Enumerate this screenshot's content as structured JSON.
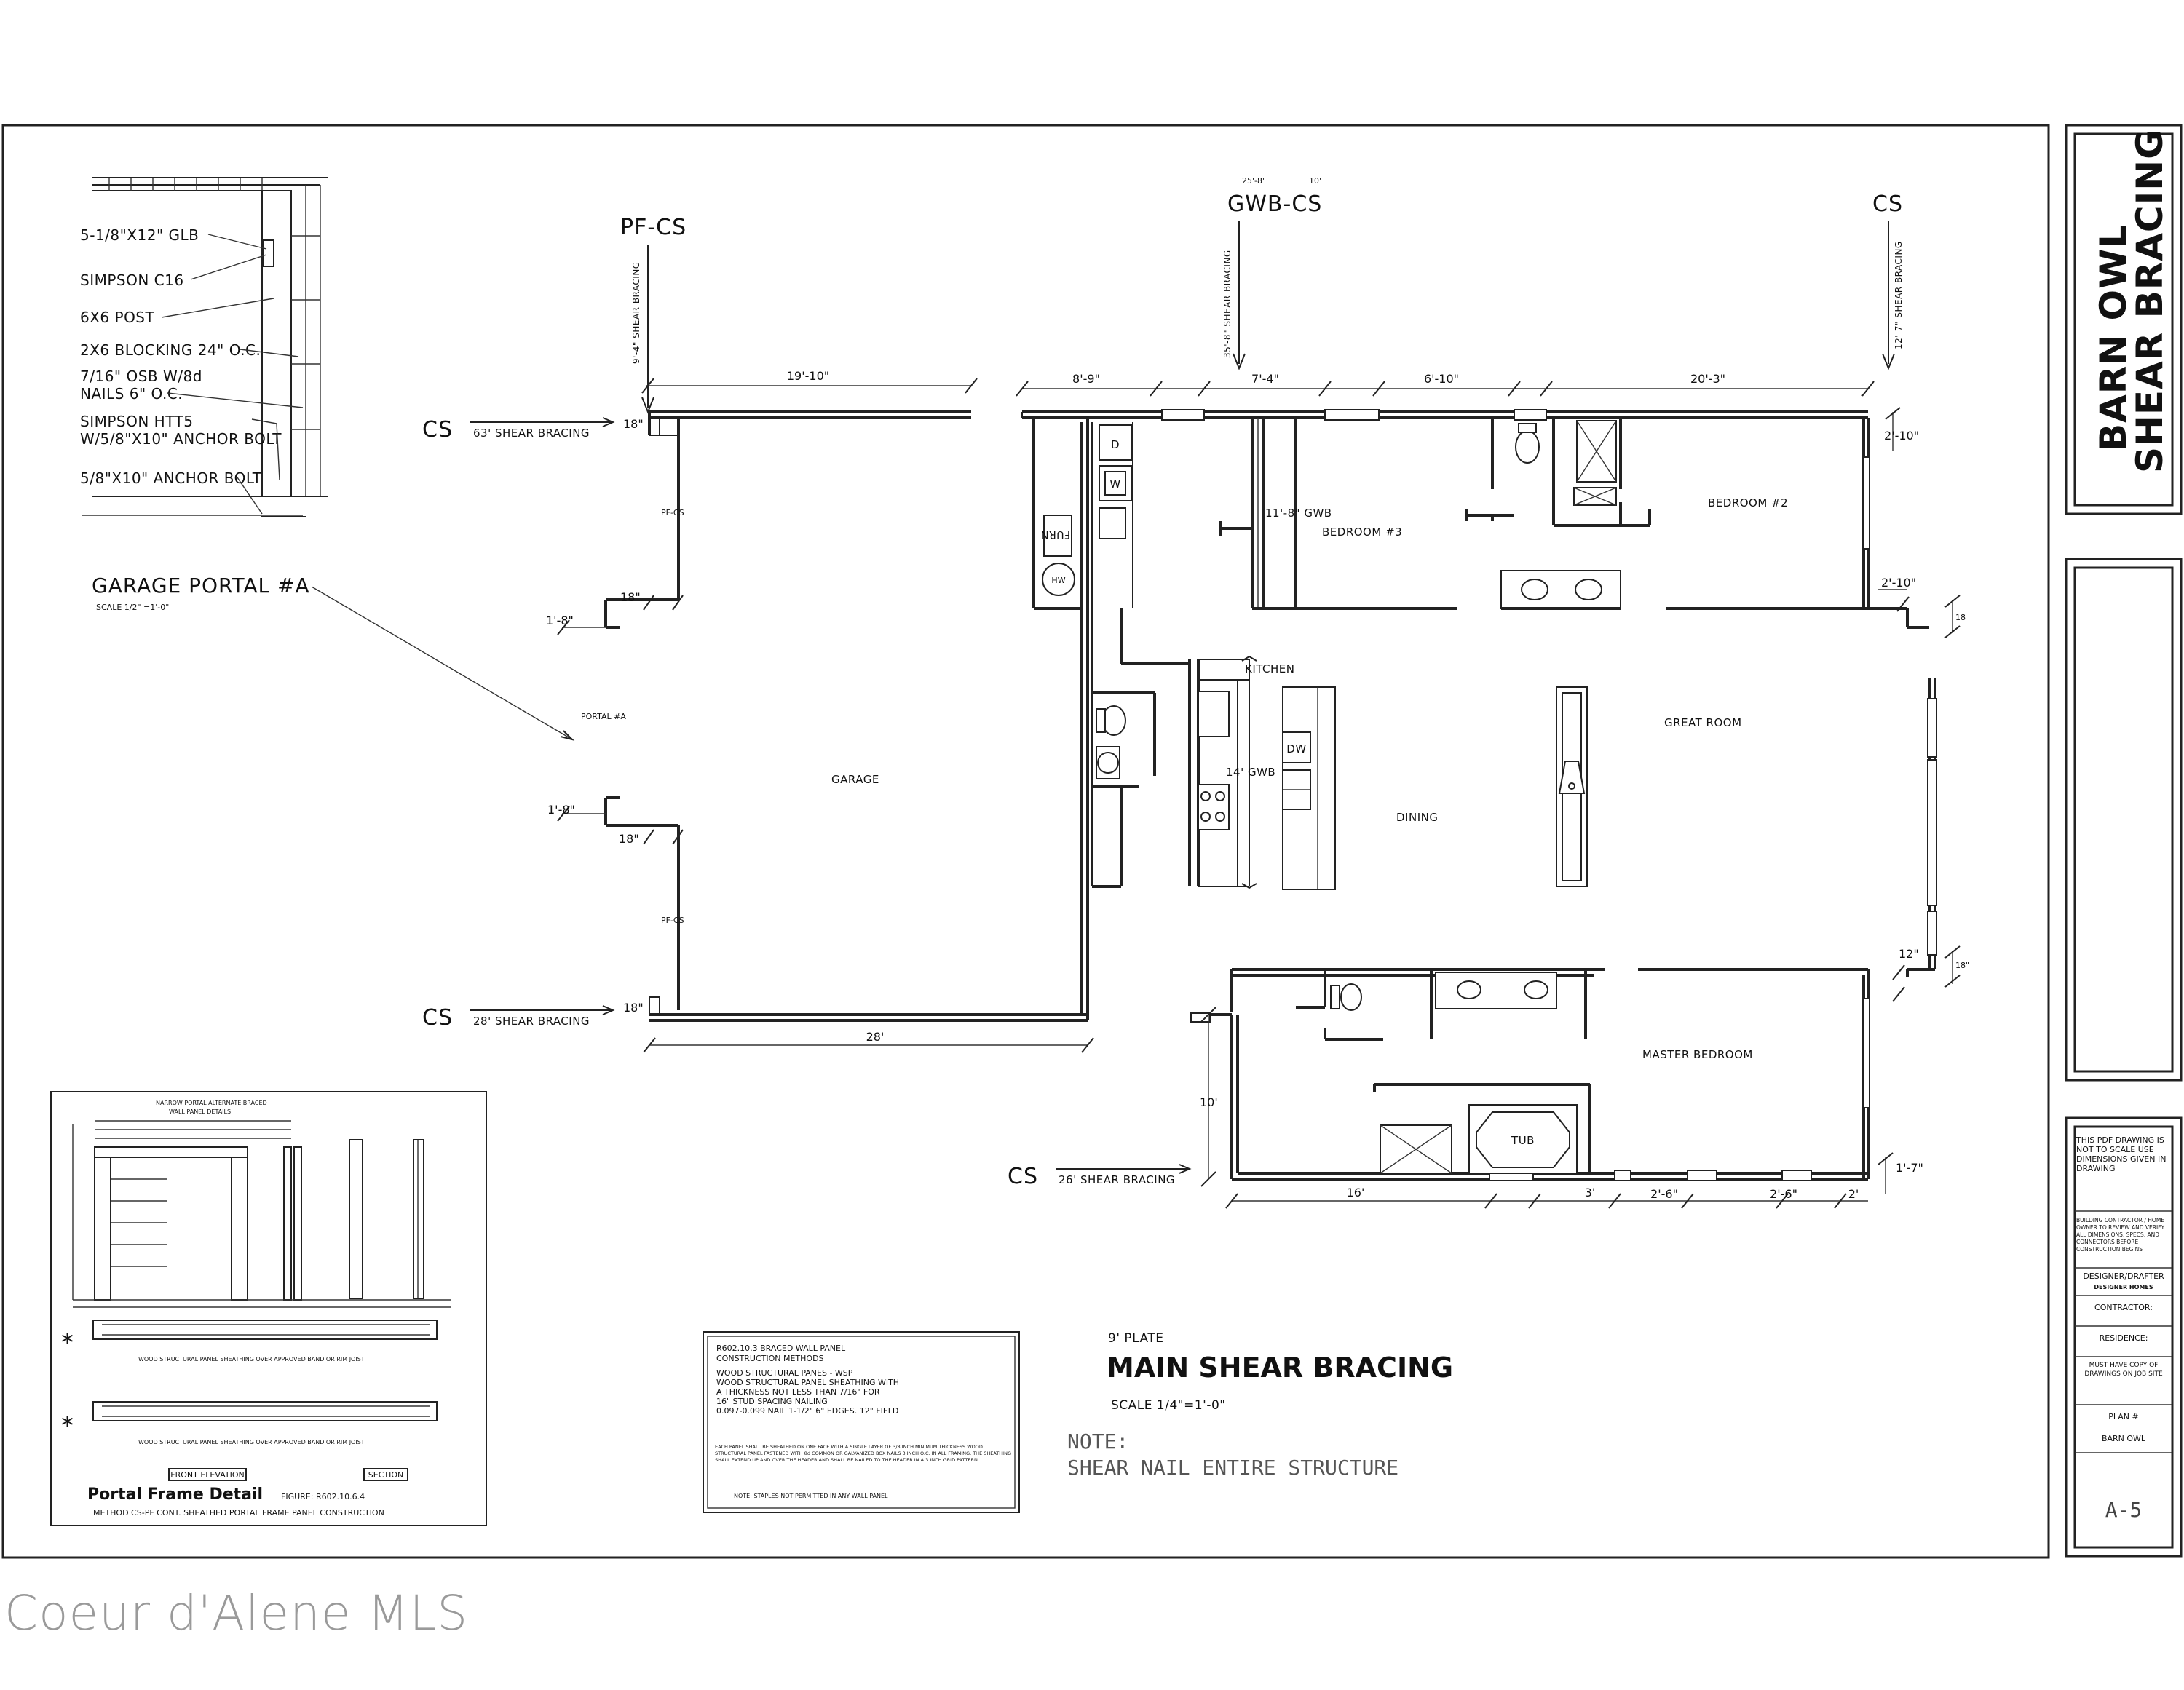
{
  "title_block": {
    "project_line1": "BARN OWL",
    "project_line2": "SHEAR BRACING",
    "scale_note": "THIS PDF DRAWING IS NOT TO SCALE USE DIMENSIONS GIVEN IN DRAWING",
    "builder_note": "BUILDING CONTRACTOR / HOME OWNER TO REVIEW AND VERIFY ALL DIMENSIONS, SPECS, AND CONNECTORS BEFORE CONSTRUCTION BEGINS",
    "designer_label": "DESIGNER/DRAFTER",
    "designer_name": "DESIGNER HOMES",
    "contractor_label": "CONTRACTOR:",
    "residence_label": "RESIDENCE:",
    "job_site_note": "MUST HAVE COPY OF DRAWINGS ON JOB SITE",
    "plan_label": "PLAN #",
    "plan_value": "BARN OWL",
    "sheet_number": "A-5"
  },
  "portal_detail": {
    "labels": [
      "5-1/8\"X12\" GLB",
      "SIMPSON C16",
      "6X6 POST",
      "2X6 BLOCKING 24\" O.C.",
      "7/16\" OSB W/8d",
      "NAILS 6\" O.C.",
      "SIMPSON HTT5",
      "W/5/8\"X10\" ANCHOR BOLT",
      "5/8\"X10\" ANCHOR BOLT"
    ],
    "title": "GARAGE PORTAL #A",
    "scale": "SCALE 1/2\" =1'-0\""
  },
  "plan": {
    "bracing_tags": {
      "pf_cs": "PF-CS",
      "gwb_cs": "GWB-CS",
      "cs": "CS",
      "gwb_top_left": "25'-8\"",
      "gwb_top_right": "10'"
    },
    "vertical_notes": {
      "left": "9'-4\" SHEAR BRACING",
      "middle": "35'-8\" SHEAR BRACING",
      "right": "12'-7\" SHEAR BRACING"
    },
    "side_bracing": [
      {
        "tag": "CS",
        "text": "63' SHEAR BRACING"
      },
      {
        "tag": "CS",
        "text": "28' SHEAR BRACING"
      },
      {
        "tag": "CS",
        "text": "26' SHEAR BRACING"
      }
    ],
    "rooms": {
      "garage": "GARAGE",
      "bedroom3": "BEDROOM #3",
      "bedroom2": "BEDROOM #2",
      "kitchen": "KITCHEN",
      "great_room": "GREAT ROOM",
      "dining": "DINING",
      "master": "MASTER BEDROOM",
      "tub": "TUB",
      "furn": "FURN",
      "dryer": "D",
      "washer": "W",
      "water_heater": "HW",
      "dishwasher": "DW"
    },
    "wall_notes": {
      "portal": "PORTAL #A",
      "pf_cs_upper": "PF-CS",
      "pf_cs_lower": "PF-CS",
      "gwb_bed3": "11'-8\" GWB",
      "gwb_kitchen": "14' GWB"
    },
    "dimensions": {
      "d_19_10": "19'-10\"",
      "d_8_9": "8'-9\"",
      "d_7_4": "7'-4\"",
      "d_6_10": "6'-10\"",
      "d_20_3": "20'-3\"",
      "d_2_10a": "2'-10\"",
      "d_2_10b": "2'-10\"",
      "d_18a": "18\"",
      "d_18b": "18\"",
      "d_18c": "18\"",
      "d_18d": "18\"",
      "d_18e": "18\"",
      "d_18f": "18",
      "d_1_8a": "1'-8\"",
      "d_1_8b": "1'-8\"",
      "d_28": "28'",
      "d_10": "10'",
      "d_16": "16'",
      "d_3": "3'",
      "d_2_6a": "2'-6\"",
      "d_2_6b": "2'-6\"",
      "d_2": "2'",
      "d_1_7": "1'-7\"",
      "d_12": "12\""
    }
  },
  "frame_detail": {
    "header1": "NARROW PORTAL ALTERNATE BRACED",
    "header2": "WALL PANEL DETAILS",
    "title": "Portal Frame Detail",
    "figure": "FIGURE: R602.10.6.4",
    "method": "METHOD CS-PF CONT. SHEATHED PORTAL FRAME PANEL CONSTRUCTION",
    "front": "FRONT ELEVATION",
    "section": "SECTION",
    "note_a": "WOOD STRUCTURAL PANEL SHEATHING OVER APPROVED BAND OR RIM JOIST",
    "note_b": "WOOD STRUCTURAL PANEL SHEATHING OVER APPROVED BAND OR RIM JOIST"
  },
  "methods_box": {
    "line1": "R602.10.3 BRACED WALL PANEL",
    "line2": "CONSTRUCTION METHODS",
    "line3": "WOOD STRUCTURAL PANES - WSP",
    "line4": "WOOD STRUCTURAL PANEL SHEATHING WITH",
    "line5": "A THICKNESS NOT LESS THAN 7/16\" FOR",
    "line6": "16\" STUD SPACING NAILING",
    "line7": "0.097-0.099 NAIL 1-1/2\" 6\" EDGES. 12\" FIELD",
    "line8": "EACH PANEL SHALL BE SHEATHED ON ONE FACE WITH A SINGLE LAYER OF 3/8 INCH MINIMUM THICKNESS WOOD STRUCTURAL PANEL FASTENED WITH 8d COMMON OR GALVANIZED BOX NAILS 3 INCH O.C. IN ALL FRAMING. THE SHEATHING SHALL EXTEND UP AND OVER THE HEADER AND SHALL BE NAILED TO THE HEADER IN A 3 INCH GRID PATTERN",
    "line9": "NOTE: STAPLES NOT PERMITTED IN ANY WALL PANEL"
  },
  "sheet_title": {
    "plate": "9' PLATE",
    "main": "MAIN SHEAR BRACING",
    "scale": "SCALE  1/4\"=1'-0\"",
    "note_label": "NOTE:",
    "note_text": "SHEAR NAIL ENTIRE STRUCTURE"
  },
  "watermark": "Coeur d'Alene MLS"
}
